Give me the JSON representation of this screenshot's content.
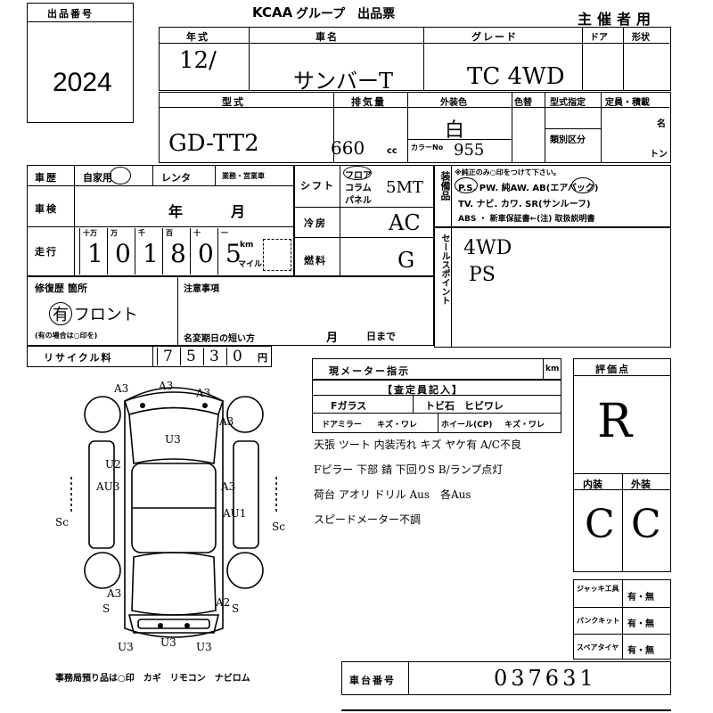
{
  "header": {
    "lot_label": "出品番号",
    "lot_number": "2024",
    "logo": "KCAA",
    "title": "グループ　出品票",
    "organizer": "主催者用"
  },
  "row1": {
    "year_label": "年式",
    "year_value": "12/",
    "name_label": "車名",
    "name_value": "サンバーT",
    "grade_label": "グレード",
    "grade_value": "TC 4WD",
    "door_label": "ドア",
    "shape_label": "形状"
  },
  "row2": {
    "model_label": "型式",
    "model_value": "GD-TT2",
    "disp_label": "排気量",
    "disp_value": "660",
    "disp_unit": "cc",
    "color_label": "外装色",
    "color_value": "白",
    "color_no_label": "カラーNo",
    "color_no_value": "955",
    "color_change_label": "色替",
    "type_cert_label": "型式指定",
    "category_label": "類別区分",
    "capacity_label": "定員・積載",
    "capacity_unit1": "名",
    "capacity_unit2": "トン"
  },
  "history": {
    "label": "車歴",
    "options": [
      "自家用",
      "レンタ",
      "業務・営業車"
    ]
  },
  "shift": {
    "label": "シフト",
    "options": [
      "フロア",
      "コラム",
      "パネル"
    ],
    "value": "5MT"
  },
  "inspection": {
    "label": "車検",
    "year": "年",
    "month": "月"
  },
  "ac": {
    "label": "冷房",
    "value": "AC"
  },
  "mileage": {
    "label": "走行",
    "units": [
      "十万",
      "万",
      "千",
      "百",
      "十",
      "一"
    ],
    "digits": [
      "1",
      "0",
      "1",
      "8",
      "0",
      "5"
    ],
    "km": "km",
    "mile": "マイル"
  },
  "fuel": {
    "label": "燃料",
    "value": "G"
  },
  "equipment": {
    "label": "装備品",
    "note": "※純正のみ○印をつけて下さい。",
    "row1": "P.S. PW. 純AW. AB(エアバック)",
    "row2": "TV. ナビ. カワ. SR(サンルーフ)",
    "row3": "ABS ・ 新車保証書←(注) 取扱説明書"
  },
  "sales_point": {
    "label": "セールスポイント",
    "line1": "4WD",
    "line2": "PS"
  },
  "repair": {
    "label": "修復歴 箇所",
    "value": "有 フロント",
    "note": "(有の場合は○印を)"
  },
  "notes": {
    "label": "注意事項",
    "expiry_label": "名変期日の短い方",
    "expiry_month": "月",
    "expiry_day": "日まで"
  },
  "recycle": {
    "label": "リサイクル料",
    "digits": [
      "7",
      "5",
      "3",
      "0"
    ],
    "unit": "円"
  },
  "meter": {
    "label": "現メーター指示",
    "unit": "km"
  },
  "inspector": {
    "label": "【査定員記入】",
    "windshield": "Fガラス",
    "windshield_opts": "トビ石　ヒビワレ",
    "mirror": "ドアミラー",
    "mirror_opts": "キズ・ワレ",
    "wheel": "ホイール(CP)",
    "wheel_opts": "キズ・ワレ",
    "comments": [
      "天張 ツート 内装汚れ キズ ヤケ有 A/C不良",
      "Fピラー 下部 錆 下回りS B/ランプ点灯",
      "荷台 アオリ ドリル Aus　各Aus",
      "スピードメーター不調"
    ]
  },
  "rating": {
    "label": "評価点",
    "value": "R",
    "interior_label": "内装",
    "exterior_label": "外装",
    "interior_value": "C",
    "exterior_value": "C"
  },
  "tools": {
    "jack_label": "ジャッキ工具",
    "puncture_label": "パンクキット",
    "spare_label": "スペアタイヤ",
    "option": "有・無"
  },
  "bottom": {
    "office_note": "事務局預り品は○印　カギ　リモコン　ナビロム",
    "chassis_label": "車台番号",
    "chassis_value": "037631"
  },
  "diagram_marks": [
    "A3",
    "A3",
    "A3",
    "U3",
    "U2",
    "AU3",
    "A3",
    "AU1",
    "A3",
    "A3",
    "A2",
    "S",
    "S",
    "U3",
    "U3",
    "U3",
    "Sc",
    "Sc"
  ]
}
